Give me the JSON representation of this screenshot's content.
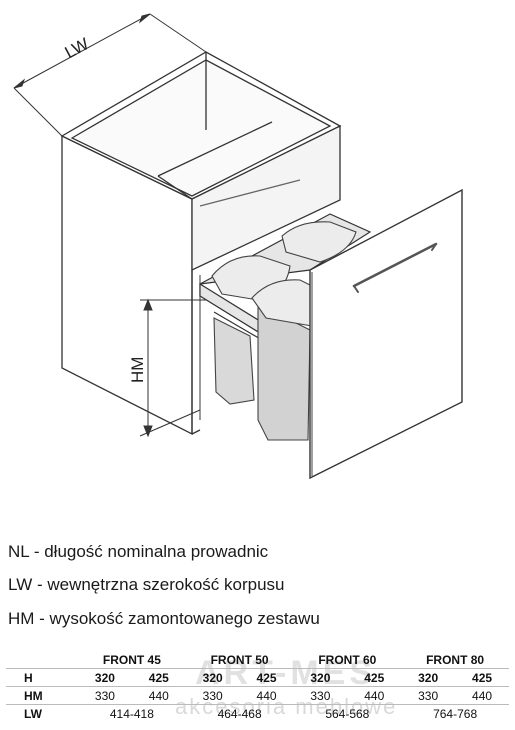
{
  "dimension_labels": {
    "lw": "LW",
    "hm": "HM"
  },
  "legend": {
    "nl": "NL - długość nominalna prowadnic",
    "lw": "LW - wewnętrzna szerokość korpusu",
    "hm": "HM - wysokość zamontowanego zestawu"
  },
  "table": {
    "columns": [
      "FRONT 45",
      "FRONT 50",
      "FRONT 60",
      "FRONT 80"
    ],
    "rows": [
      {
        "label": "H",
        "values": [
          "320",
          "425",
          "320",
          "425",
          "320",
          "425",
          "320",
          "425"
        ]
      },
      {
        "label": "HM",
        "values": [
          "330",
          "440",
          "330",
          "440",
          "330",
          "440",
          "330",
          "440"
        ]
      },
      {
        "label": "LW",
        "values": [
          "414-418",
          "464-468",
          "564-568",
          "764-768"
        ]
      }
    ]
  },
  "watermark": {
    "logo": "ART-MES",
    "subtitle": "akcesoria meblowe"
  },
  "colors": {
    "line": "#333333",
    "bin": "#cfcfcf",
    "bin_lid": "#e8e8e8",
    "front": "#ffffff"
  }
}
